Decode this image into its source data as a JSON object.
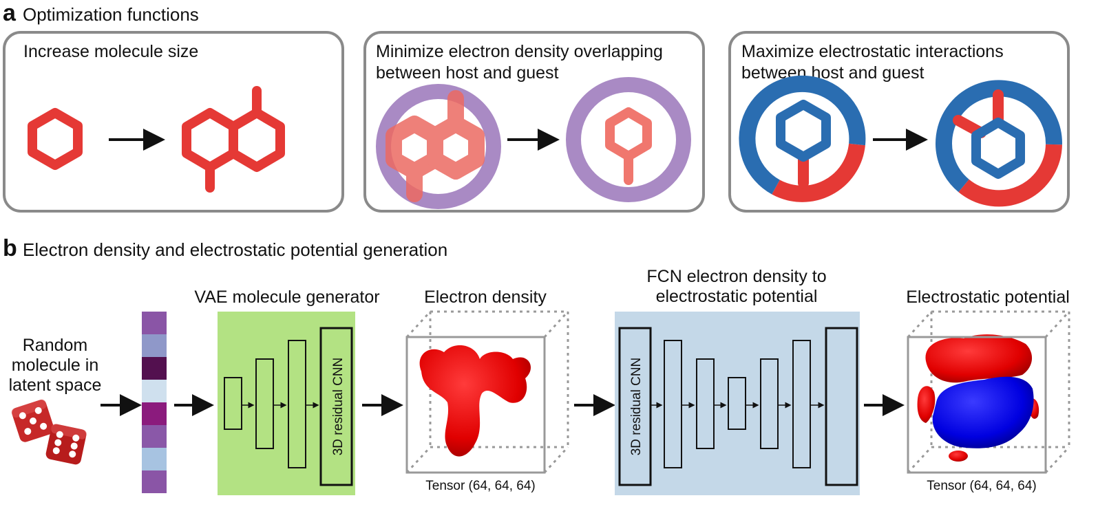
{
  "panel_a": {
    "letter": "a",
    "title": "Optimization functions",
    "boxes": [
      {
        "label": "Increase molecule size"
      },
      {
        "label": "Minimize electron density overlapping between host and guest"
      },
      {
        "label": "Maximize electrostatic interactions between host and guest"
      }
    ]
  },
  "panel_b": {
    "letter": "b",
    "title": "Electron density and electrostatic potential generation",
    "random_label": "Random molecule in latent space",
    "vae_label": "VAE molecule generator",
    "electron_density_label": "Electron density",
    "fcn_label": "FCN electron density to electrostatic potential",
    "esp_label": "Electrostatic potential",
    "cnn_label_1": "3D residual CNN",
    "cnn_label_2": "3D residual CNN",
    "tensor_label_1": "Tensor (64, 64, 64)",
    "tensor_label_2": "Tensor (64, 64, 64)"
  },
  "colors": {
    "molecule_red": "#e53935",
    "host_purple": "#a98ac4",
    "esp_blue": "#2a6db1",
    "vae_green": "#b3e283",
    "fcn_blue": "#c4d8e8",
    "latent_colors": [
      "#8a55a6",
      "#8f98c9",
      "#53104f",
      "#cfe0ee",
      "#8b1b7d",
      "#8a58a8",
      "#a7c3e1",
      "#8a55a6"
    ]
  }
}
